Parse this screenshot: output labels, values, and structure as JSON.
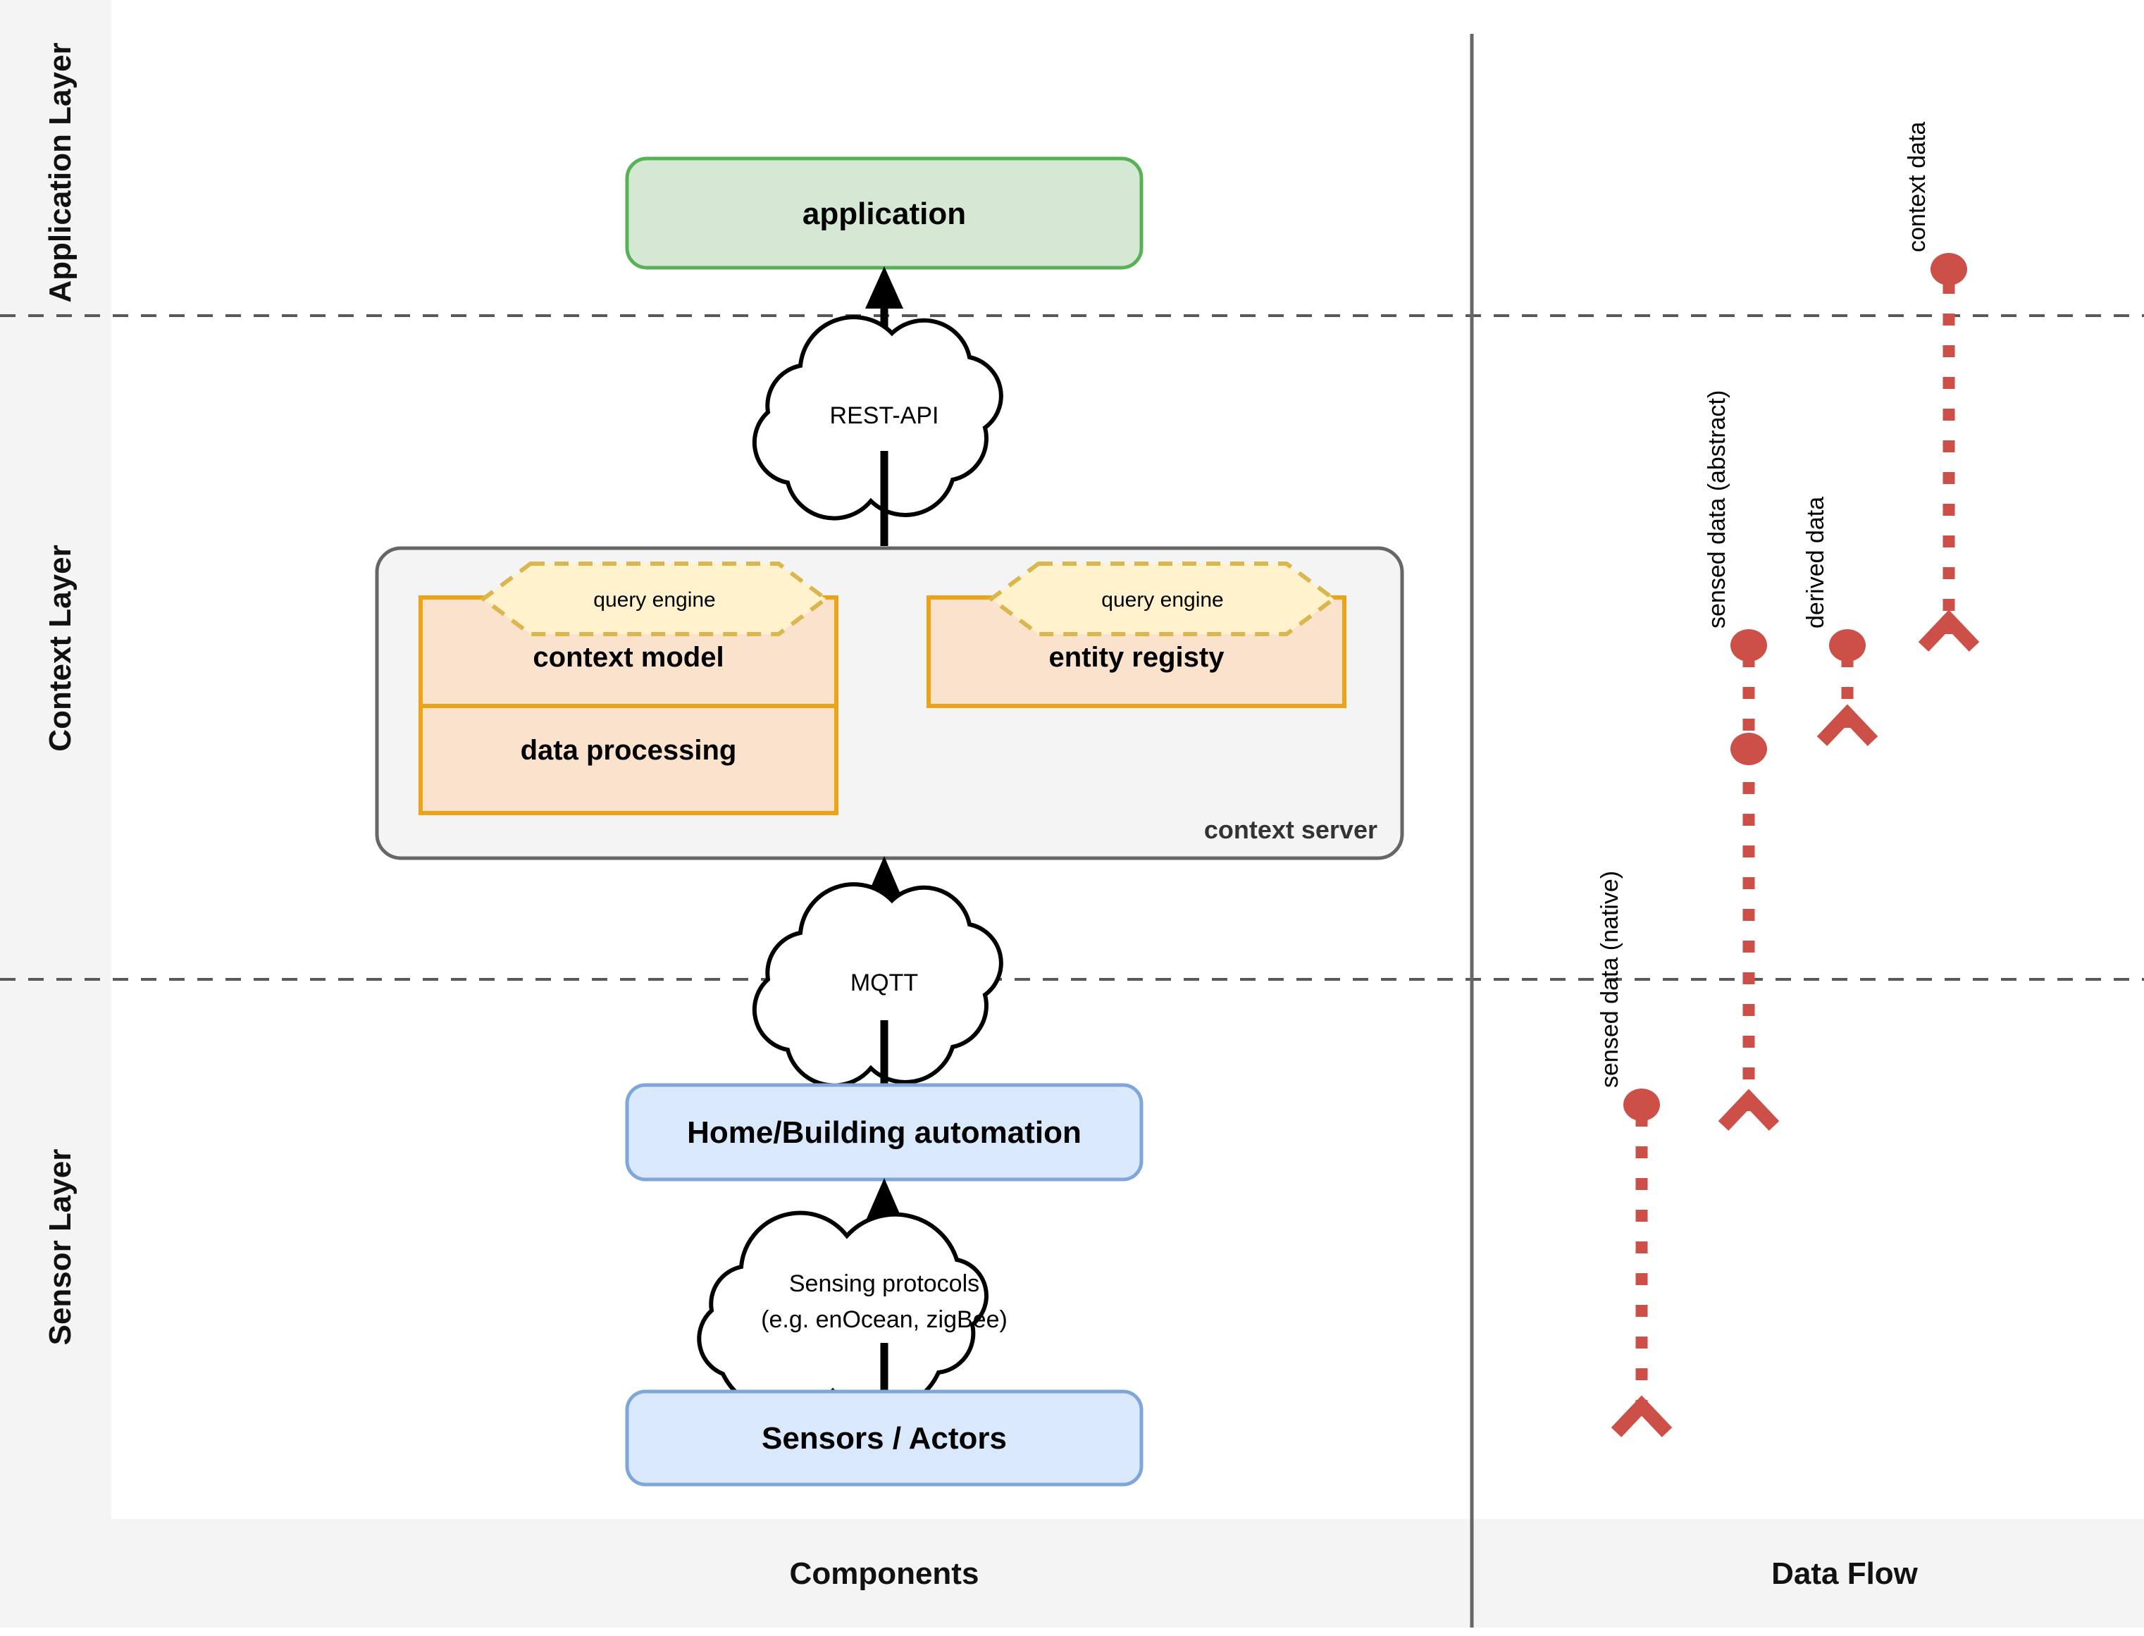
{
  "layers": [
    {
      "id": "application",
      "label": "Application Layer"
    },
    {
      "id": "context",
      "label": "Context Layer"
    },
    {
      "id": "sensor",
      "label": "Sensor Layer"
    }
  ],
  "footer": {
    "components_label": "Components",
    "dataflow_label": "Data Flow"
  },
  "components": {
    "application_box": {
      "label": "application"
    },
    "context_server": {
      "label": "context server",
      "blocks": [
        {
          "id": "context-model",
          "label": "context model"
        },
        {
          "id": "data-processing",
          "label": "data processing"
        },
        {
          "id": "entity-registy",
          "label": "entity registy"
        }
      ],
      "query_engines": [
        {
          "id": "query-engine-left",
          "label": "query engine"
        },
        {
          "id": "query-engine-right",
          "label": "query engine"
        }
      ]
    },
    "home_building_box": {
      "label": "Home/Building automation"
    },
    "sensors_box": {
      "label": "Sensors / Actors"
    }
  },
  "protocol_clouds": [
    {
      "id": "rest-api",
      "label": "REST-API"
    },
    {
      "id": "mqtt",
      "label": "MQTT"
    },
    {
      "id": "sensing-protocols",
      "line1": "Sensing protocols",
      "line2": "(e.g. enOcean, zigBee)"
    }
  ],
  "data_flows": [
    {
      "id": "sensed-data-native",
      "label": "sensed data (native)"
    },
    {
      "id": "sensed-data-abstract",
      "label": "sensed data (abstract)"
    },
    {
      "id": "derived-data",
      "label": "derived data"
    },
    {
      "id": "context-data",
      "label": "context data"
    }
  ],
  "colors": {
    "application_fill": "#d5e8d4",
    "application_stroke": "#57b257",
    "sensor_fill": "#dae8fc",
    "sensor_stroke": "#7ea6d9",
    "context_fill": "#fbe2cc",
    "context_stroke": "#eda317",
    "query_engine_fill": "#fff2cc",
    "query_engine_stroke": "#d9b64e",
    "server_fill": "#f4f4f4",
    "server_stroke": "#666666",
    "dataflow_red": "#cc4f48",
    "band_gray": "#f4f4f4"
  }
}
